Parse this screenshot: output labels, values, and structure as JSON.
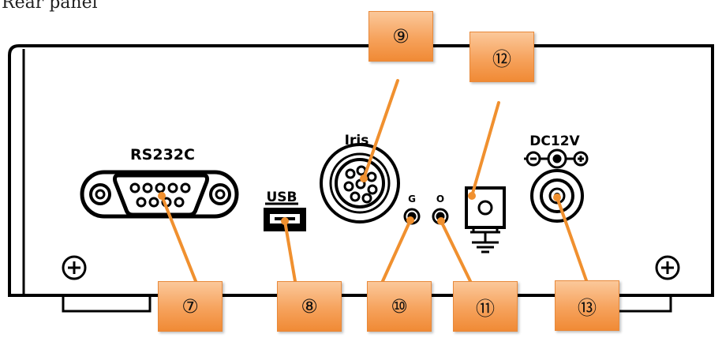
{
  "heading": "Rear panel",
  "panel_labels": {
    "rs232c": "RS232C",
    "usb": "USB",
    "iris": "Iris",
    "g": "G",
    "o": "O",
    "dc12v": "DC12V"
  },
  "callouts": [
    {
      "id": "7",
      "label": "⑦"
    },
    {
      "id": "8",
      "label": "⑧"
    },
    {
      "id": "9",
      "label": "⑨"
    },
    {
      "id": "10",
      "label": "⑩"
    },
    {
      "id": "11",
      "label": "⑪"
    },
    {
      "id": "12",
      "label": "⑫"
    },
    {
      "id": "13",
      "label": "⑬"
    }
  ],
  "colors": {
    "callout_fill": "#f6a25c",
    "leader_line": "#f0902f",
    "outline": "#000000"
  }
}
